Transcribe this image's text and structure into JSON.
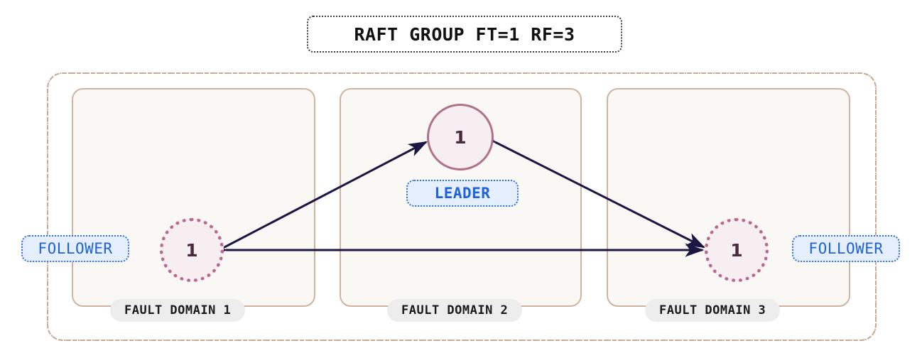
{
  "title": {
    "text": "RAFT GROUP FT=1 RF=3"
  },
  "colors": {
    "outer_border": "#c9ab95",
    "domain_border": "#cfb3a1",
    "domain_fill": "#faf8f5",
    "node_fill": "#f6eef1",
    "leader_border": "#b0718b",
    "follower_border": "#b76a8e",
    "node_text": "#4a2b3c",
    "badge_text": "#1f62d8",
    "badge_fill": "#e5eefc",
    "badge_border": "#2f6fdc",
    "arrow": "#1b1642",
    "domain_label_fill": "#ededed",
    "title_text": "#111111"
  },
  "fault_domains": [
    {
      "label": "FAULT DOMAIN 1"
    },
    {
      "label": "FAULT DOMAIN 2"
    },
    {
      "label": "FAULT DOMAIN 3"
    }
  ],
  "nodes": [
    {
      "id": "follower-left",
      "label": "1",
      "role": "FOLLOWER",
      "domain": 1,
      "border_style": "dotted"
    },
    {
      "id": "leader",
      "label": "1",
      "role": "LEADER",
      "domain": 2,
      "border_style": "solid"
    },
    {
      "id": "follower-right",
      "label": "1",
      "role": "FOLLOWER",
      "domain": 3,
      "border_style": "dotted"
    }
  ],
  "badges": {
    "leader": "LEADER",
    "follower_left": "FOLLOWER",
    "follower_right": "FOLLOWER"
  },
  "connections": [
    {
      "from": "follower-left",
      "to": "leader",
      "style": "double-arrow"
    },
    {
      "from": "leader",
      "to": "follower-right",
      "style": "double-arrow"
    },
    {
      "from": "follower-left",
      "to": "follower-right",
      "style": "double-arrow"
    }
  ]
}
